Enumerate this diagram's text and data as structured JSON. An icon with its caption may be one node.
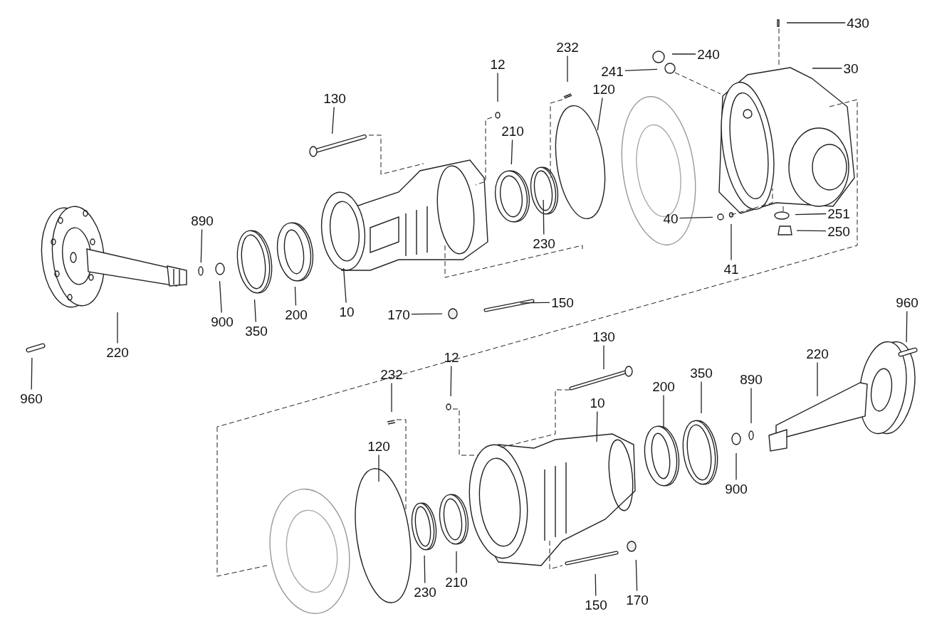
{
  "diagram": {
    "nodes": [
      {
        "text": [
          "430"
        ]
      },
      {
        "text": [
          "240"
        ]
      },
      {
        "text": [
          "241"
        ]
      },
      {
        "text": [
          "30"
        ]
      },
      {
        "text": [
          "232"
        ]
      },
      {
        "text": [
          "12"
        ]
      },
      {
        "text": [
          "120"
        ]
      },
      {
        "text": [
          "130"
        ]
      },
      {
        "text": [
          "210"
        ]
      },
      {
        "text": [
          "890"
        ]
      },
      {
        "text": [
          "230"
        ]
      },
      {
        "text": [
          "40"
        ]
      },
      {
        "text": [
          "251"
        ]
      },
      {
        "text": [
          "250"
        ]
      },
      {
        "text": [
          "41"
        ]
      },
      {
        "text": [
          "900"
        ]
      },
      {
        "text": [
          "350"
        ]
      },
      {
        "text": [
          "200"
        ]
      },
      {
        "text": [
          "10"
        ]
      },
      {
        "text": [
          "170"
        ]
      },
      {
        "text": [
          "150"
        ]
      },
      {
        "text": [
          "220"
        ]
      },
      {
        "text": [
          "960"
        ]
      },
      {
        "text": [
          "960"
        ]
      },
      {
        "text": [
          "220"
        ]
      },
      {
        "text": [
          "130"
        ]
      },
      {
        "text": [
          "232"
        ]
      },
      {
        "text": [
          "12"
        ]
      },
      {
        "text": [
          "10"
        ]
      },
      {
        "text": [
          "200"
        ]
      },
      {
        "text": [
          "350"
        ]
      },
      {
        "text": [
          "890"
        ]
      },
      {
        "text": [
          "900"
        ]
      },
      {
        "text": [
          "120"
        ]
      },
      {
        "text": [
          "230"
        ]
      },
      {
        "text": [
          "210"
        ]
      },
      {
        "text": [
          "150"
        ]
      },
      {
        "text": [
          "170"
        ]
      }
    ],
    "edges": [
      {
        "from": 0,
        "to": null,
        "arrow": "none"
      },
      {
        "from": 1,
        "to": null,
        "arrow": "none"
      },
      {
        "from": 2,
        "to": null,
        "arrow": "none"
      },
      {
        "from": 3,
        "to": null,
        "arrow": "none"
      },
      {
        "from": 4,
        "to": null,
        "arrow": "none"
      },
      {
        "from": 5,
        "to": null,
        "arrow": "none"
      },
      {
        "from": 6,
        "to": null,
        "arrow": "none"
      },
      {
        "from": 7,
        "to": null,
        "arrow": "none"
      },
      {
        "from": 8,
        "to": null,
        "arrow": "none"
      },
      {
        "from": 9,
        "to": null,
        "arrow": "none"
      },
      {
        "from": 10,
        "to": null,
        "arrow": "none"
      },
      {
        "from": 11,
        "to": null,
        "arrow": "none"
      },
      {
        "from": 12,
        "to": null,
        "arrow": "none"
      },
      {
        "from": 13,
        "to": null,
        "arrow": "none"
      },
      {
        "from": 14,
        "to": null,
        "arrow": "none"
      },
      {
        "from": 15,
        "to": null,
        "arrow": "none"
      },
      {
        "from": 16,
        "to": null,
        "arrow": "none"
      },
      {
        "from": 17,
        "to": null,
        "arrow": "none"
      },
      {
        "from": 18,
        "to": null,
        "arrow": "none"
      },
      {
        "from": 19,
        "to": null,
        "arrow": "none"
      },
      {
        "from": 20,
        "to": null,
        "arrow": "none"
      },
      {
        "from": 21,
        "to": null,
        "arrow": "none"
      },
      {
        "from": 22,
        "to": null,
        "arrow": "none"
      },
      {
        "from": 23,
        "to": null,
        "arrow": "none"
      },
      {
        "from": 24,
        "to": null,
        "arrow": "none"
      },
      {
        "from": 25,
        "to": null,
        "arrow": "none"
      },
      {
        "from": 26,
        "to": null,
        "arrow": "none"
      },
      {
        "from": 27,
        "to": null,
        "arrow": "none"
      },
      {
        "from": 28,
        "to": null,
        "arrow": "none"
      },
      {
        "from": 29,
        "to": null,
        "arrow": "none"
      },
      {
        "from": 30,
        "to": null,
        "arrow": "none"
      },
      {
        "from": 31,
        "to": null,
        "arrow": "none"
      },
      {
        "from": 32,
        "to": null,
        "arrow": "none"
      },
      {
        "from": 33,
        "to": null,
        "arrow": "none"
      },
      {
        "from": 34,
        "to": null,
        "arrow": "none"
      },
      {
        "from": 35,
        "to": null,
        "arrow": "none"
      },
      {
        "from": 36,
        "to": null,
        "arrow": "none"
      },
      {
        "from": 37,
        "to": null,
        "arrow": "none"
      }
    ]
  }
}
